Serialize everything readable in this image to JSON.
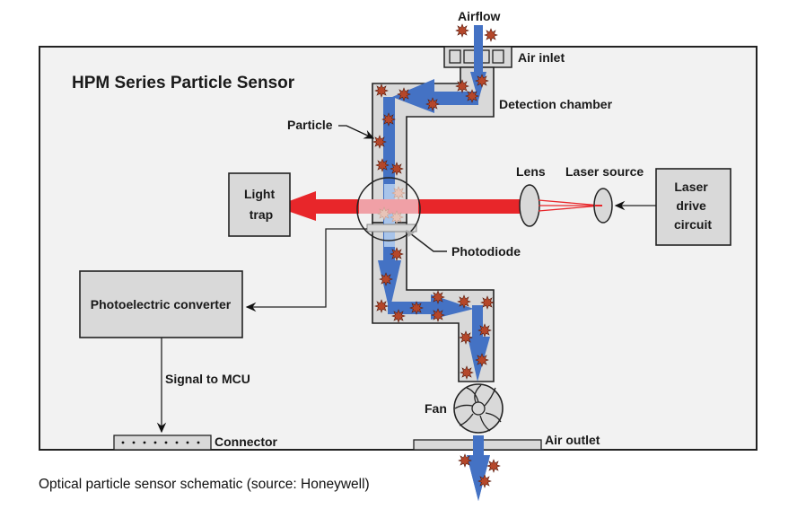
{
  "title": "HPM Series Particle Sensor",
  "caption": "Optical particle sensor schematic (source: Honeywell)",
  "labels": {
    "airflow": "Airflow",
    "air_inlet": "Air inlet",
    "detection_chamber": "Detection chamber",
    "particle": "Particle",
    "lens": "Lens",
    "laser_source": "Laser source",
    "laser_drive_circuit": [
      "Laser",
      "drive",
      "circuit"
    ],
    "light_trap": [
      "Light",
      "trap"
    ],
    "photodiode": "Photodiode",
    "photoelectric_converter": "Photoelectric converter",
    "signal_to_mcu": "Signal to MCU",
    "connector": "Connector",
    "fan": "Fan",
    "air_outlet": "Air outlet"
  },
  "colors": {
    "airflow_arrow": "#4472c4",
    "laser_beam": "#e8262a",
    "particle": "#b5472a",
    "chamber_fill": "#d9d9d9",
    "housing_fill": "#f2f2f2",
    "outline": "#222222"
  }
}
